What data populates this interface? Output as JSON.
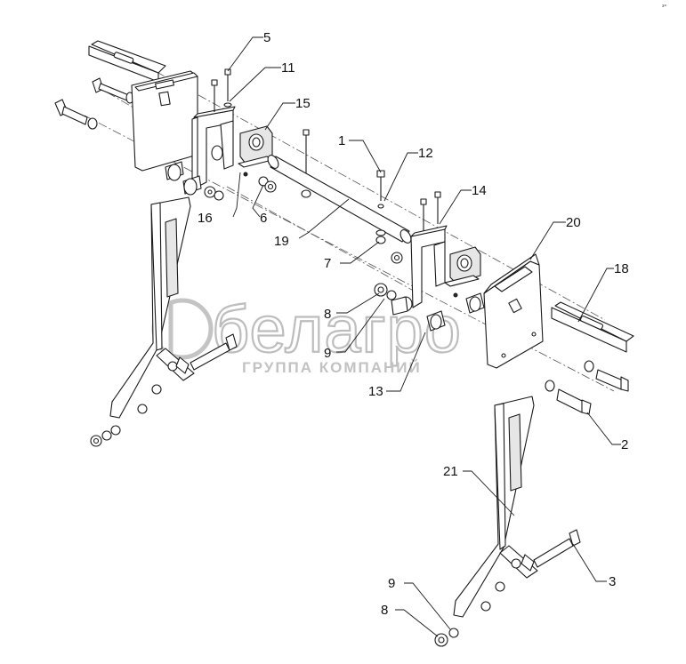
{
  "watermark": {
    "brand": "белагро",
    "subtitle": "ГРУППА КОМПАНИЙ"
  },
  "corner_mark": "³°",
  "callouts": [
    {
      "id": "c5",
      "label": "5"
    },
    {
      "id": "c11",
      "label": "11"
    },
    {
      "id": "c15",
      "label": "15"
    },
    {
      "id": "c1",
      "label": "1"
    },
    {
      "id": "c12",
      "label": "12"
    },
    {
      "id": "c14",
      "label": "14"
    },
    {
      "id": "c20",
      "label": "20"
    },
    {
      "id": "c16",
      "label": "16"
    },
    {
      "id": "c6",
      "label": "6"
    },
    {
      "id": "c19",
      "label": "19"
    },
    {
      "id": "c18",
      "label": "18"
    },
    {
      "id": "c7",
      "label": "7"
    },
    {
      "id": "c8a",
      "label": "8"
    },
    {
      "id": "c9a",
      "label": "9"
    },
    {
      "id": "c13",
      "label": "13"
    },
    {
      "id": "c2",
      "label": "2"
    },
    {
      "id": "c21",
      "label": "21"
    },
    {
      "id": "c3",
      "label": "3"
    },
    {
      "id": "c9b",
      "label": "9"
    },
    {
      "id": "c8b",
      "label": "8"
    }
  ]
}
